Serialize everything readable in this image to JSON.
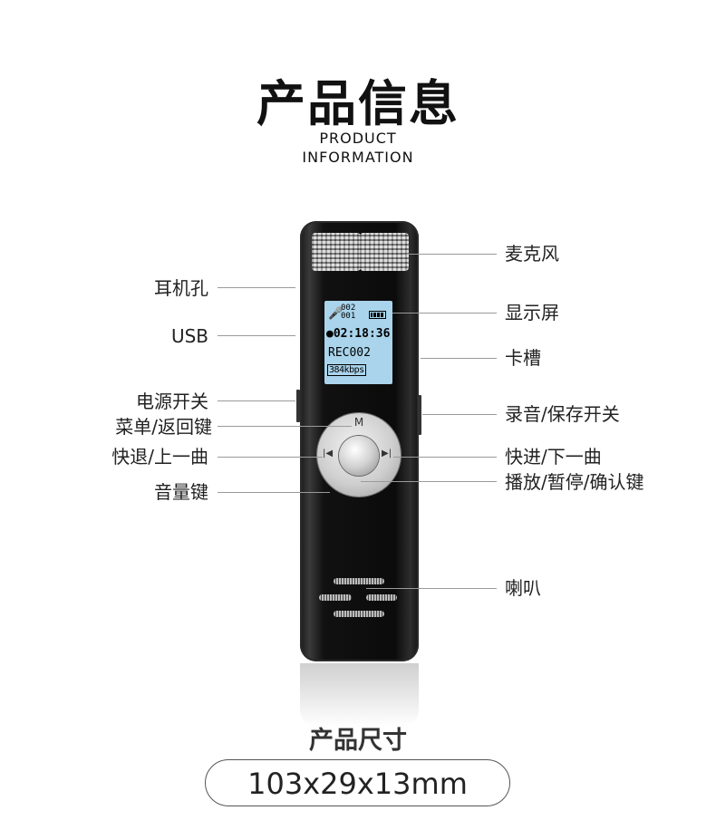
{
  "header": {
    "title": "产品信息",
    "subtitle_line1": "PRODUCT",
    "subtitle_line2": "INFORMATION"
  },
  "screen": {
    "top_num1": "002",
    "top_num2": "001",
    "time": "●02:18:36",
    "file": "REC002",
    "bitrate": "384kbps"
  },
  "wheel": {
    "menu_key": "M"
  },
  "labels_left": {
    "earphone": "耳机孔",
    "usb": "USB",
    "power": "电源开关",
    "menu_back": "菜单/返回键",
    "rewind": "快退/上一曲",
    "volume": "音量键"
  },
  "labels_right": {
    "mic": "麦克风",
    "display": "显示屏",
    "card_slot": "卡槽",
    "record_save": "录音/保存开关",
    "forward": "快进/下一曲",
    "play_pause": "播放/暂停/确认键",
    "speaker": "喇叭"
  },
  "size": {
    "title": "产品尺寸",
    "dimensions": "103x29x13mm"
  }
}
